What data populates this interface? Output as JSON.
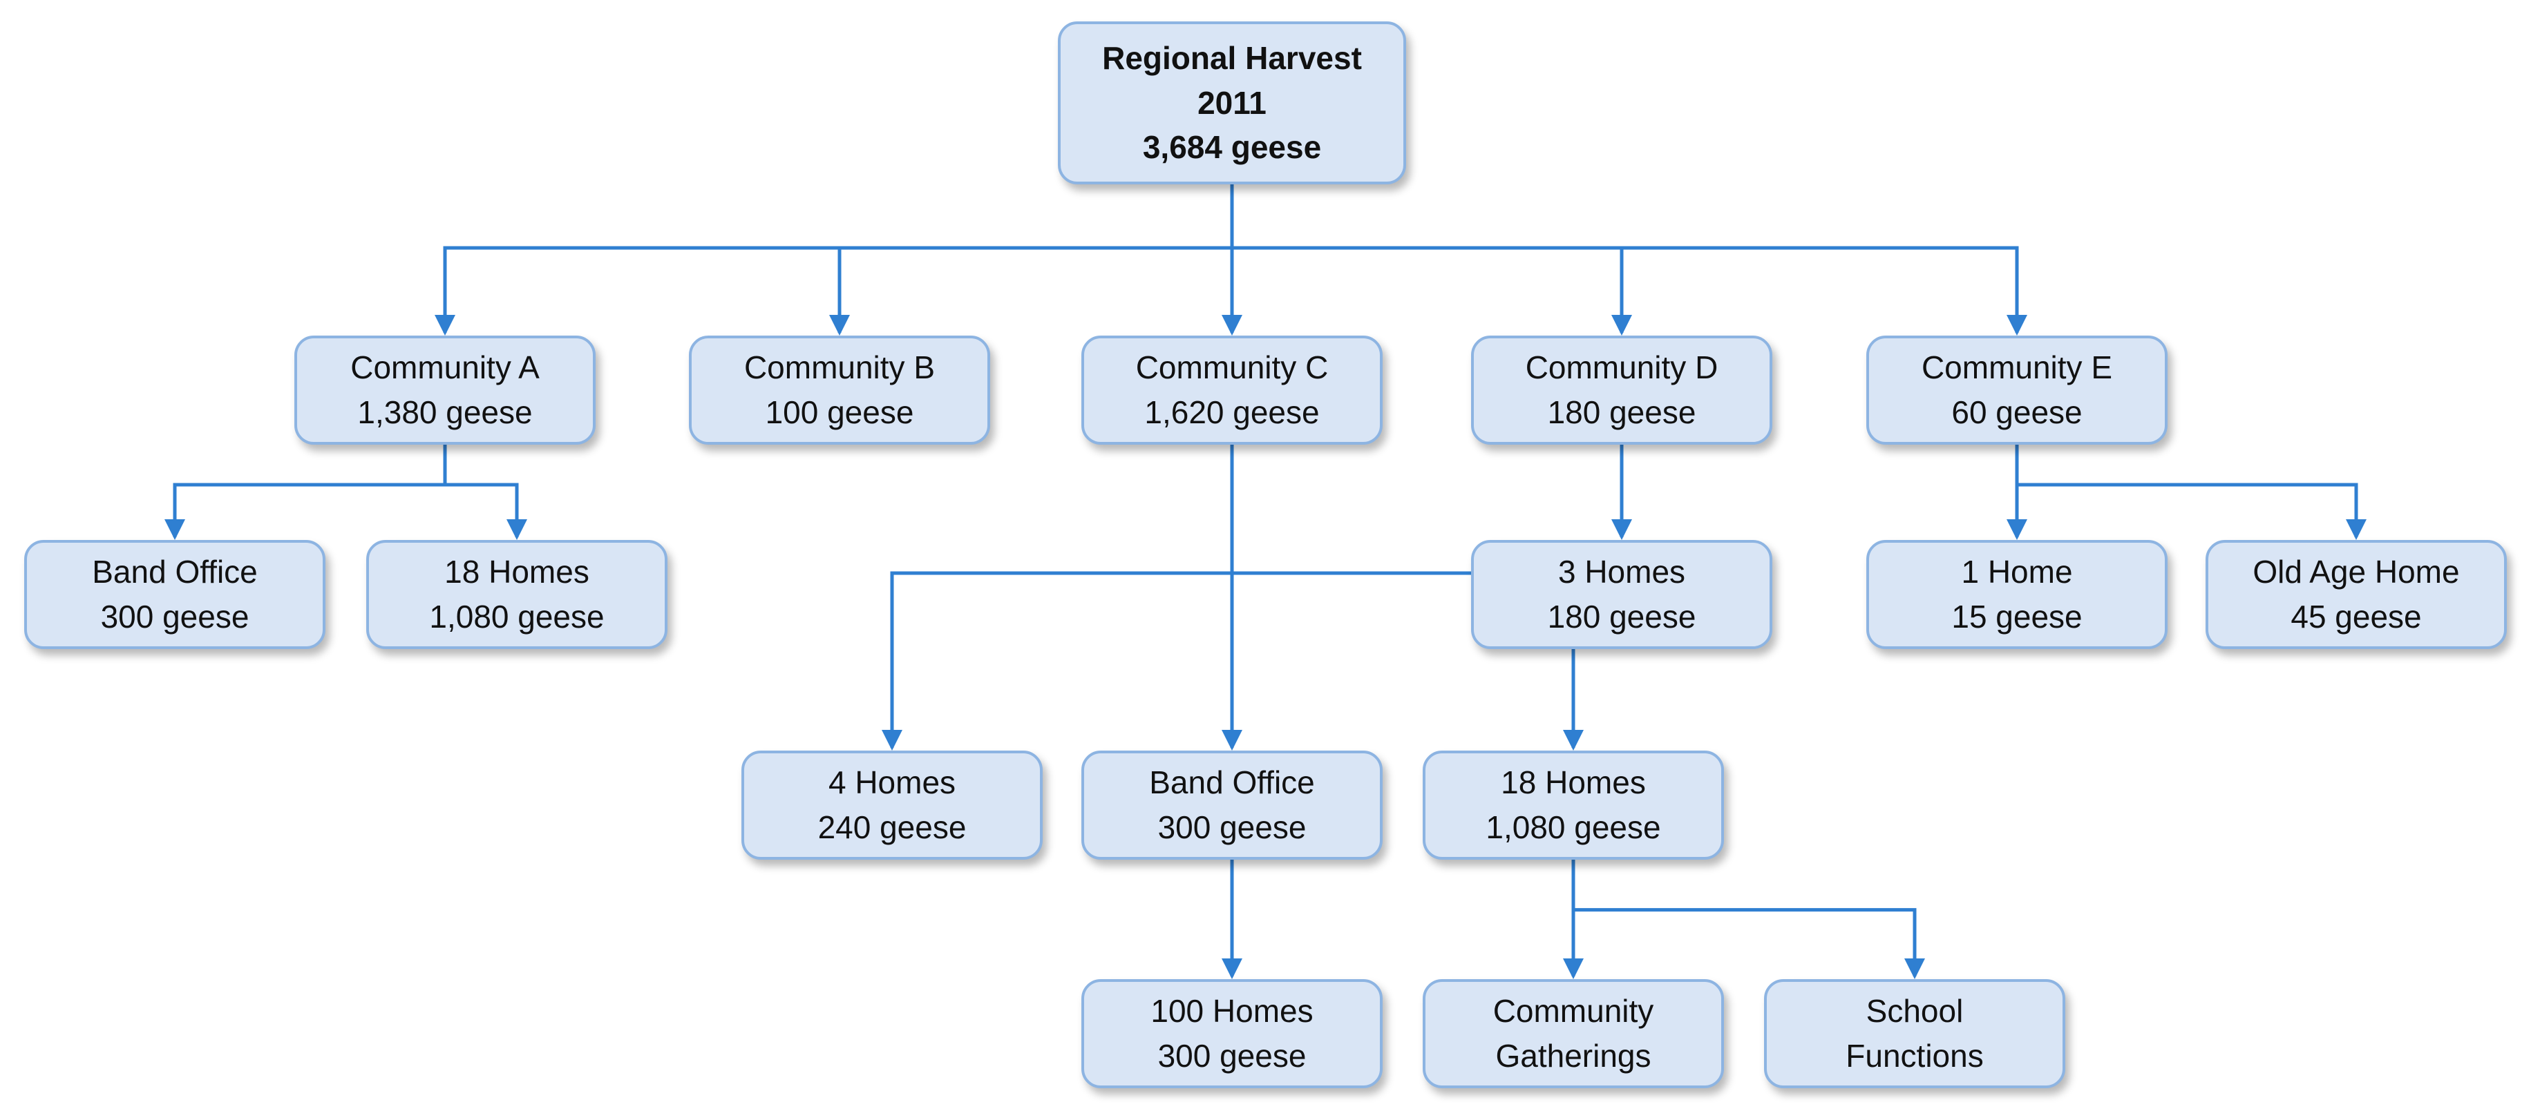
{
  "nodes": {
    "root": {
      "line1": "Regional Harvest",
      "line2": "2011",
      "line3": "3,684 geese"
    },
    "community_a": {
      "line1": "Community A",
      "line2": "1,380 geese"
    },
    "community_b": {
      "line1": "Community B",
      "line2": "100 geese"
    },
    "community_c": {
      "line1": "Community C",
      "line2": "1,620 geese"
    },
    "community_d": {
      "line1": "Community D",
      "line2": "180 geese"
    },
    "community_e": {
      "line1": "Community E",
      "line2": "60 geese"
    },
    "a_band_office": {
      "line1": "Band Office",
      "line2": "300 geese"
    },
    "a_18_homes": {
      "line1": "18 Homes",
      "line2": "1,080 geese"
    },
    "d_3_homes": {
      "line1": "3 Homes",
      "line2": "180 geese"
    },
    "e_1_home": {
      "line1": "1 Home",
      "line2": "15 geese"
    },
    "e_old_age_home": {
      "line1": "Old Age Home",
      "line2": "45 geese"
    },
    "c_4_homes": {
      "line1": "4 Homes",
      "line2": "240 geese"
    },
    "c_band_office": {
      "line1": "Band Office",
      "line2": "300 geese"
    },
    "c_18_homes": {
      "line1": "18 Homes",
      "line2": "1,080 geese"
    },
    "c_100_homes": {
      "line1": "100 Homes",
      "line2": "300 geese"
    },
    "c_community_gatherings": {
      "line1": "Community",
      "line2": "Gatherings"
    },
    "c_school_functions": {
      "line1": "School",
      "line2": "Functions"
    }
  },
  "edges": [
    {
      "from": "root",
      "to": "community_a"
    },
    {
      "from": "root",
      "to": "community_b"
    },
    {
      "from": "root",
      "to": "community_c"
    },
    {
      "from": "root",
      "to": "community_d"
    },
    {
      "from": "root",
      "to": "community_e"
    },
    {
      "from": "community_a",
      "to": "a_band_office"
    },
    {
      "from": "community_a",
      "to": "a_18_homes"
    },
    {
      "from": "community_d",
      "to": "d_3_homes"
    },
    {
      "from": "community_e",
      "to": "e_1_home"
    },
    {
      "from": "community_e",
      "to": "e_old_age_home"
    },
    {
      "from": "community_c",
      "to": "c_4_homes"
    },
    {
      "from": "community_c",
      "to": "c_band_office"
    },
    {
      "from": "community_c",
      "to": "c_18_homes"
    },
    {
      "from": "c_band_office",
      "to": "c_100_homes"
    },
    {
      "from": "c_18_homes",
      "to": "c_community_gatherings"
    },
    {
      "from": "c_18_homes",
      "to": "c_school_functions"
    }
  ],
  "colors": {
    "node_fill": "#d9e5f5",
    "node_border": "#8db4e2",
    "connector": "#2f7fd1",
    "text": "#111111"
  }
}
